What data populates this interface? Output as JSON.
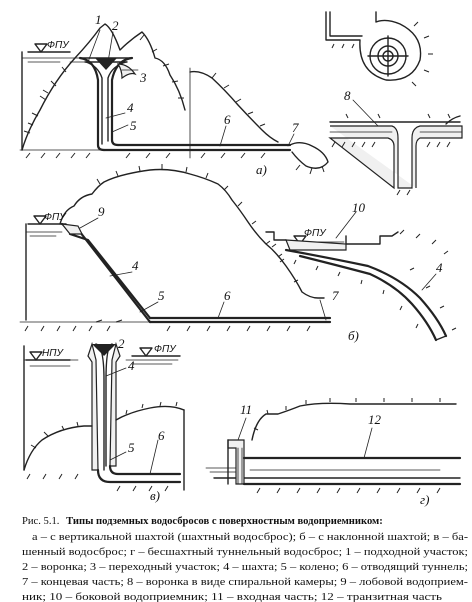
{
  "panels": {
    "a": {
      "marker": "а)",
      "level_label": "ФПУ",
      "labels": [
        "1",
        "2",
        "3",
        "4",
        "5",
        "6",
        "7",
        "8"
      ]
    },
    "b": {
      "marker": "б)",
      "level_label_left": "ФПУ",
      "level_label_right": "ФПУ",
      "labels": [
        "9",
        "4",
        "5",
        "6",
        "7",
        "10",
        "4"
      ]
    },
    "v": {
      "marker": "в)",
      "level_label_left": "НПУ",
      "level_label_right": "ФПУ",
      "labels": [
        "2",
        "4",
        "5",
        "6"
      ]
    },
    "g": {
      "marker": "г)",
      "labels": [
        "11",
        "12"
      ]
    }
  },
  "caption": {
    "prefix": "Рис. 5.1.",
    "title": "Типы подземных водосбросов с поверхностным водоприемником:",
    "lines": [
      "а – с вертикальной шахтой (шахтный водосброс); б – с наклонной шахтой; в – ба-",
      "шенный водосброс; г – бесшахтный туннельный водосброс; 1 – подходной участок;",
      "2 – воронка; 3 – переходный участок; 4 – шахта; 5 – колено; 6 – отводящий туннель;",
      "7 – концевая часть; 8 – воронка в виде спиральной камеры; 9 – лобовой водоприем-",
      "ник; 10 – боковой водоприемник; 11 – входная часть; 12 – транзитная часть"
    ]
  }
}
